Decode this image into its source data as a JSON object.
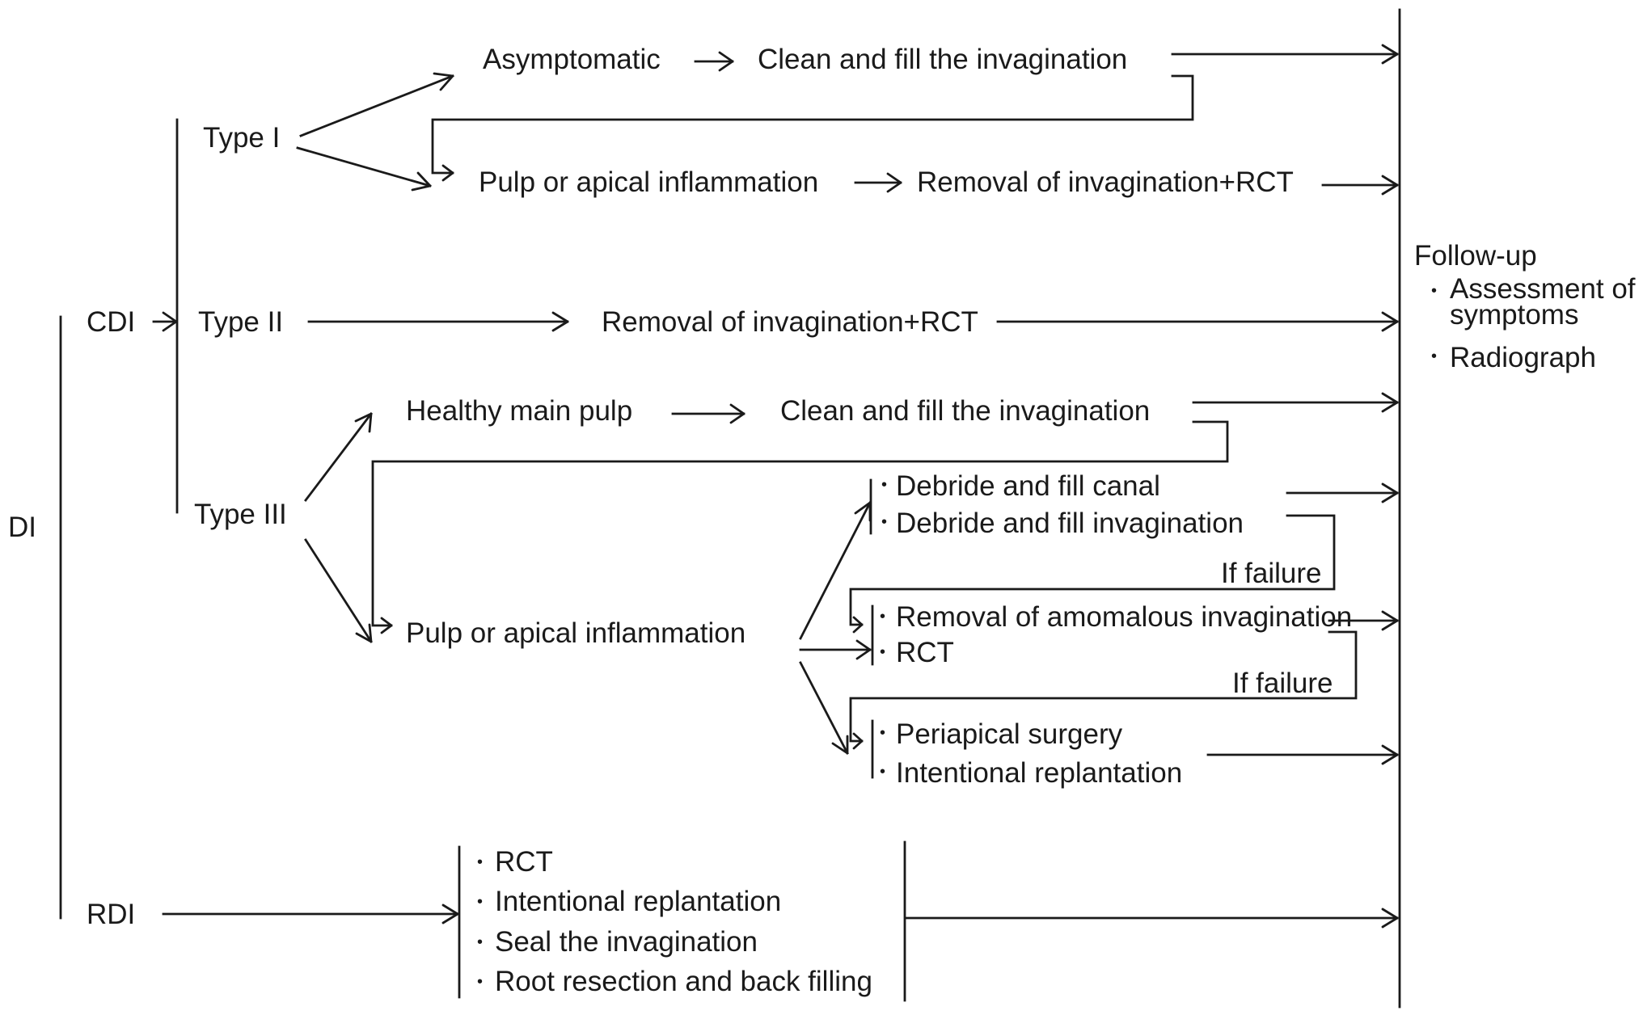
{
  "diagram": {
    "root": "DI",
    "cdi": {
      "label": "CDI",
      "type1": {
        "label": "Type I",
        "branch_a": {
          "condition": "Asymptomatic",
          "action": "Clean and fill the invagination"
        },
        "branch_b": {
          "condition": "Pulp or apical inflammation",
          "action": "Removal of invagination+RCT"
        }
      },
      "type2": {
        "label": "Type II",
        "action": "Removal of invagination+RCT"
      },
      "type3": {
        "label": "Type III",
        "branch_a": {
          "condition": "Healthy main pulp",
          "action": "Clean and fill the invagination"
        },
        "branch_b": {
          "condition": "Pulp or apical inflammation",
          "option1": [
            "Debride and fill canal",
            "Debride and fill invagination"
          ],
          "failure1": "If failure",
          "option2": [
            "Removal of amomalous invagination",
            "RCT"
          ],
          "failure2": "If failure",
          "option3": [
            "Periapical surgery",
            "Intentional replantation"
          ]
        }
      }
    },
    "rdi": {
      "label": "RDI",
      "options": [
        "RCT",
        "Intentional replantation",
        "Seal the invagination",
        "Root resection and back filling"
      ]
    },
    "followup": {
      "title": "Follow-up",
      "items": [
        "Assessment of symptoms",
        "Radiograph"
      ]
    }
  }
}
